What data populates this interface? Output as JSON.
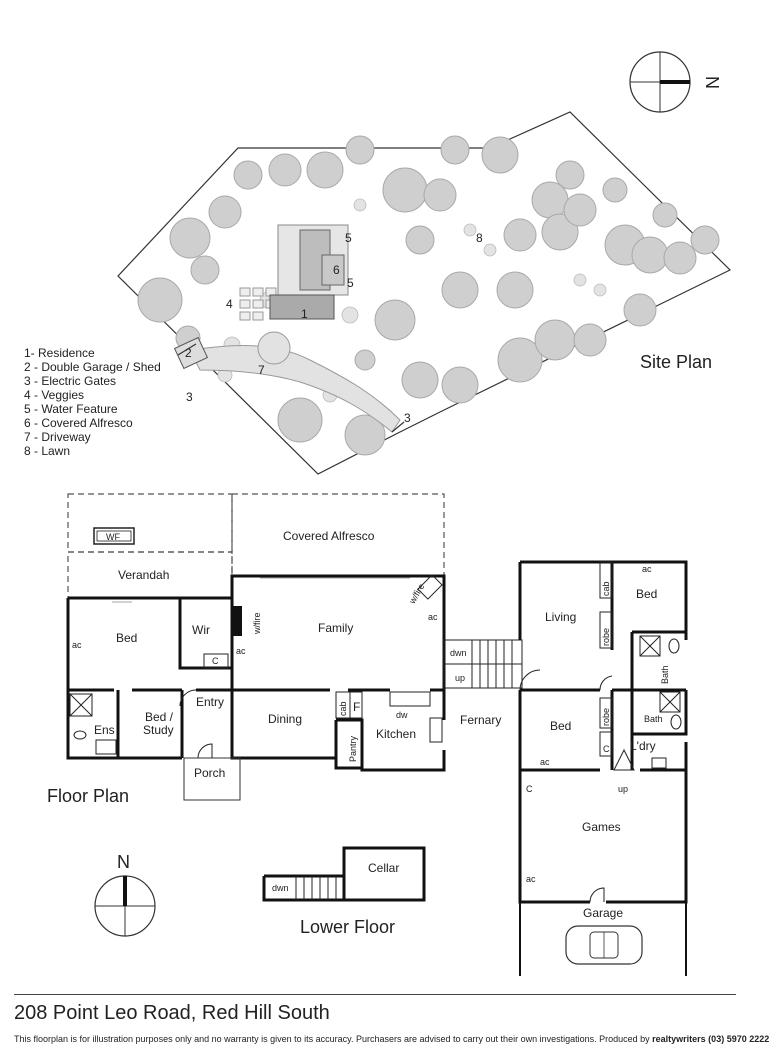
{
  "site_plan": {
    "title": "Site Plan",
    "legend": [
      "1- Residence",
      "2 - Double Garage / Shed",
      "3 - Electric Gates",
      "4 - Veggies",
      "5 - Water Feature",
      "6 - Covered Alfresco",
      "7 - Driveway",
      "8 - Lawn"
    ],
    "markers": {
      "m1": "1",
      "m2": "2",
      "m3a": "3",
      "m3b": "3",
      "m4": "4",
      "m5a": "5",
      "m5b": "5",
      "m6": "6",
      "m7": "7",
      "m8": "8"
    },
    "compass_label": "N"
  },
  "floor_plan": {
    "title": "Floor  Plan",
    "compass_label": "N",
    "rooms": {
      "wf": "WF",
      "covered_alfresco": "Covered Alfresco",
      "verandah": "Verandah",
      "bed_main": "Bed",
      "wir": "Wir",
      "wfire_a": "w/fire",
      "c_wir": "C",
      "family": "Family",
      "wfire_b": "w/fire",
      "ac_fam": "ac",
      "ac_bed": "ac",
      "ac_wir": "ac",
      "entry": "Entry",
      "ens": "Ens",
      "bed_study": "Bed /",
      "bed_study2": "Study",
      "dining": "Dining",
      "cab_k": "cab",
      "f": "F",
      "dw": "dw",
      "kitchen": "Kitchen",
      "pantry": "Pantry",
      "porch": "Porch",
      "fernary": "Fernary",
      "dwn": "dwn",
      "up": "up",
      "living": "Living",
      "cab_l": "cab",
      "robe_a": "robe",
      "bed_right": "Bed",
      "ac_rb": "ac",
      "bath_a": "Bath",
      "bath_b": "Bath",
      "bed_mid": "Bed",
      "robe_b": "robe",
      "c_mid": "C",
      "ldry": "L'dry",
      "ac_bm": "ac",
      "up2": "up",
      "c_games": "C",
      "games": "Games",
      "ac_games": "ac",
      "garage": "Garage"
    }
  },
  "lower_floor": {
    "title": "Lower Floor",
    "cellar": "Cellar",
    "dwn": "dwn"
  },
  "footer": {
    "address": "208 Point Leo Road, Red Hill South",
    "disclaimer": "This floorplan is for illustration purposes only and no warranty is given to its accuracy. Purchasers are advised to carry out their own investigations. Produced by ",
    "producer": "realtywriters (03) 5970 2222"
  }
}
